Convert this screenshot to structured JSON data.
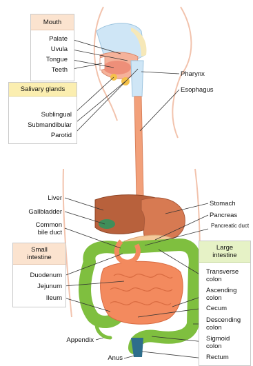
{
  "groups": {
    "mouth": "Mouth",
    "salivary_glands": "Salivary glands",
    "small_intestine": "Small intestine",
    "large_intestine": "Large intestine"
  },
  "labels": {
    "palate": "Palate",
    "uvula": "Uvula",
    "tongue": "Tongue",
    "teeth": "Teeth",
    "sublingual": "Sublingual",
    "submandibular": "Submandibular",
    "parotid": "Parotid",
    "pharynx": "Pharynx",
    "esophagus": "Esophagus",
    "liver": "Liver",
    "gallbladder": "Gallbladder",
    "common_bile_duct": "Common bile duct",
    "stomach": "Stomach",
    "pancreas": "Pancreas",
    "pancreatic_duct": "Pancreatic duct",
    "duodenum": "Duodenum",
    "jejunum": "Jejunum",
    "ileum": "Ileum",
    "appendix": "Appendix",
    "anus": "Anus",
    "transverse_colon": "Transverse colon",
    "ascending_colon": "Ascending colon",
    "cecum": "Cecum",
    "descending_colon": "Descending colon",
    "sigmoid_colon": "Sigmoid colon",
    "rectum": "Rectum"
  },
  "colors": {
    "mouth_box": "#fbe3cf",
    "salivary_box": "#fbeeb0",
    "small_intestine_box": "#fbe3cf",
    "large_intestine_box": "#e6f2c6",
    "esophagus": "#f2a07a",
    "liver": "#b8613c",
    "stomach": "#d77a52",
    "small_intestine": "#f38a5e",
    "large_intestine": "#7fbf3f",
    "rectum": "#2e6e8c",
    "body_outline": "#f2c3ad",
    "cavity": "#cfe6f6"
  }
}
